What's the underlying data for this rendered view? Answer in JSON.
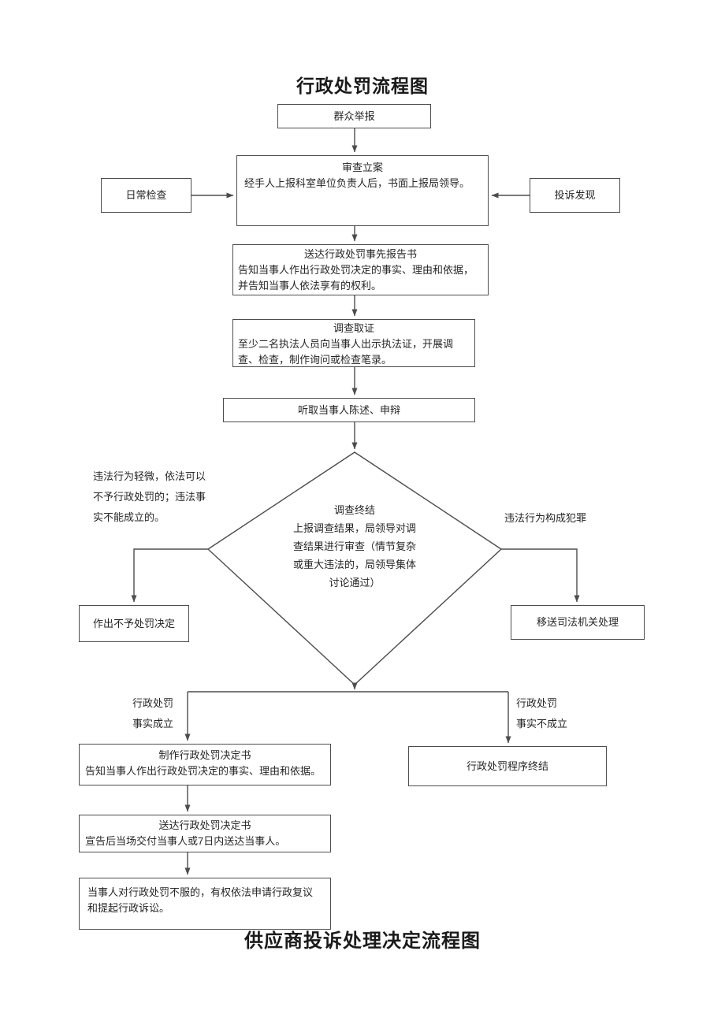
{
  "page": {
    "title": "行政处罚流程图",
    "footer_title": "供应商投诉处理决定流程图"
  },
  "nodes": {
    "public_report": {
      "label": "群众举报"
    },
    "case_review": {
      "title": "审查立案",
      "body": "经手人上报科室单位负责人后，书面上报局领导。"
    },
    "daily_inspection": {
      "label": "日常检查"
    },
    "complaint_discovery": {
      "label": "投诉发现"
    },
    "advance_notice": {
      "title": "送达行政处罚事先报告书",
      "body": "告知当事人作出行政处罚决定的事实、理由和依据，并告知当事人依法享有的权利。"
    },
    "evidence_collection": {
      "title": "调查取证",
      "body": "至少二名执法人员向当事人出示执法证，开展调查、检查，制作询问或检查笔录。"
    },
    "statement_hearing": {
      "label": "听取当事人陈述、申辩"
    },
    "investigation_conclusion": {
      "title": "调查终结",
      "body": "上报调查结果，局领导对调查结果进行审查（情节复杂或重大违法的，局领导集体讨论通过）"
    },
    "no_penalty_decision": {
      "label": "作出不予处罚决定"
    },
    "judicial_transfer": {
      "label": "移送司法机关处理"
    },
    "penalty_decision_doc": {
      "title": "制作行政处罚决定书",
      "body": "告知当事人作出行政处罚决定的事实、理由和依据。"
    },
    "procedure_termination": {
      "label": "行政处罚程序终结"
    },
    "decision_delivery": {
      "title": "送达行政处罚决定书",
      "body": "宣告后当场交付当事人或7日内送达当事人。"
    },
    "appeal_rights": {
      "label": "当事人对行政处罚不服的，有权依法申请行政复议和提起行政诉讼。"
    }
  },
  "branch_labels": {
    "minor_violation": "违法行为轻微，依法可以不予行政处罚的；违法事实不能成立的。",
    "crime": "违法行为构成犯罪",
    "facts_established_1": "行政处罚",
    "facts_established_2": "事实成立",
    "facts_not_established_1": "行政处罚",
    "facts_not_established_2": "事实不成立"
  },
  "colors": {
    "border": "#4d4d4d",
    "text": "#262626"
  }
}
